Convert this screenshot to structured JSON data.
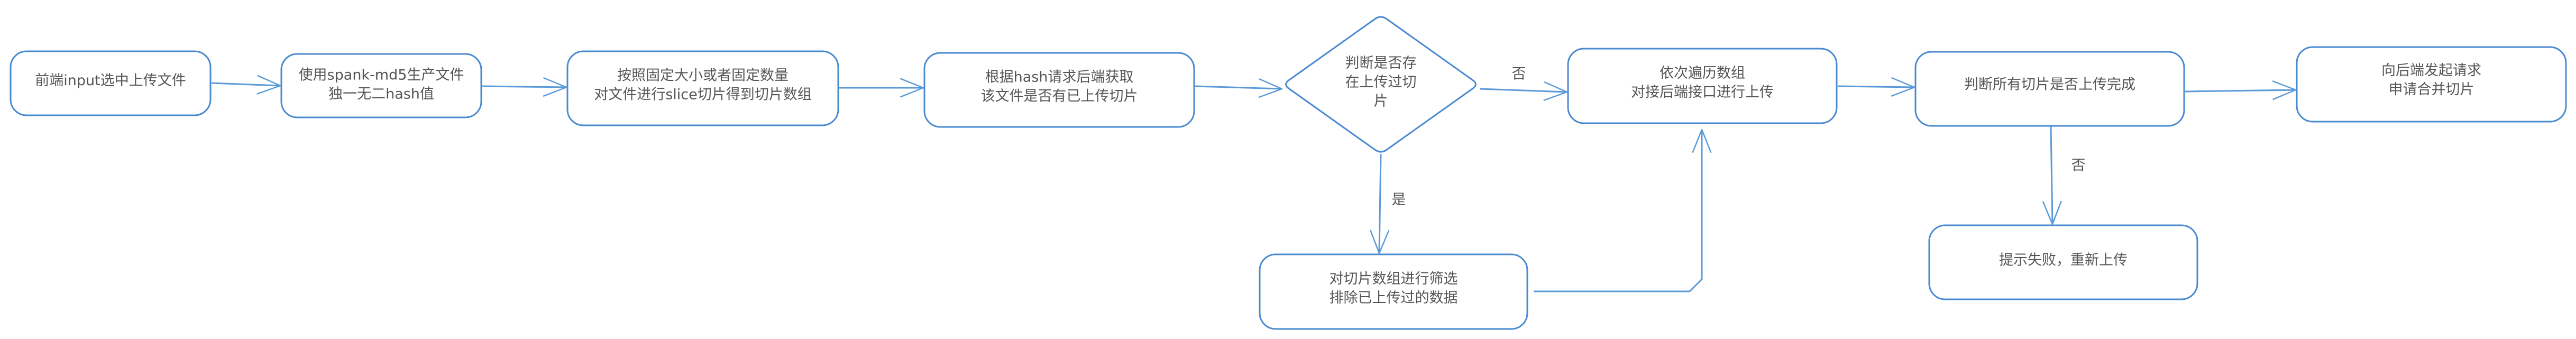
{
  "diagram": {
    "type": "flowchart",
    "accent_color": "#4a8ad0",
    "text_color": "#555555",
    "nodes": [
      {
        "id": "select-file",
        "shape": "rounded-rect",
        "lines": [
          "前端input选中上传文件"
        ]
      },
      {
        "id": "compute-hash",
        "shape": "rounded-rect",
        "lines": [
          "使用spank-md5生产文件",
          "独一无二hash值"
        ]
      },
      {
        "id": "slice-file",
        "shape": "rounded-rect",
        "lines": [
          "按照固定大小或者固定数量",
          "对文件进行slice切片得到切片数组"
        ]
      },
      {
        "id": "query-backend",
        "shape": "rounded-rect",
        "lines": [
          "根据hash请求后端获取",
          "该文件是否有已上传切片"
        ]
      },
      {
        "id": "check-uploaded",
        "shape": "diamond",
        "lines": [
          "判断是否存",
          "在上传过切",
          "片"
        ]
      },
      {
        "id": "upload-chunks",
        "shape": "rounded-rect",
        "lines": [
          "依次遍历数组",
          "对接后端接口进行上传"
        ]
      },
      {
        "id": "check-complete",
        "shape": "rounded-rect",
        "lines": [
          "判断所有切片是否上传完成"
        ]
      },
      {
        "id": "merge-request",
        "shape": "rounded-rect",
        "lines": [
          "向后端发起请求",
          "申请合并切片"
        ]
      },
      {
        "id": "filter-chunks",
        "shape": "rounded-rect",
        "lines": [
          "对切片数组进行筛选",
          "排除已上传过的数据"
        ]
      },
      {
        "id": "upload-failed",
        "shape": "rounded-rect",
        "lines": [
          "提示失败，重新上传"
        ]
      }
    ],
    "edges": [
      {
        "from": "select-file",
        "to": "compute-hash",
        "label": ""
      },
      {
        "from": "compute-hash",
        "to": "slice-file",
        "label": ""
      },
      {
        "from": "slice-file",
        "to": "query-backend",
        "label": ""
      },
      {
        "from": "query-backend",
        "to": "check-uploaded",
        "label": ""
      },
      {
        "from": "check-uploaded",
        "to": "upload-chunks",
        "label": "否"
      },
      {
        "from": "check-uploaded",
        "to": "filter-chunks",
        "label": "是"
      },
      {
        "from": "filter-chunks",
        "to": "upload-chunks",
        "label": ""
      },
      {
        "from": "upload-chunks",
        "to": "check-complete",
        "label": ""
      },
      {
        "from": "check-complete",
        "to": "merge-request",
        "label": ""
      },
      {
        "from": "check-complete",
        "to": "upload-failed",
        "label": "否"
      }
    ]
  }
}
